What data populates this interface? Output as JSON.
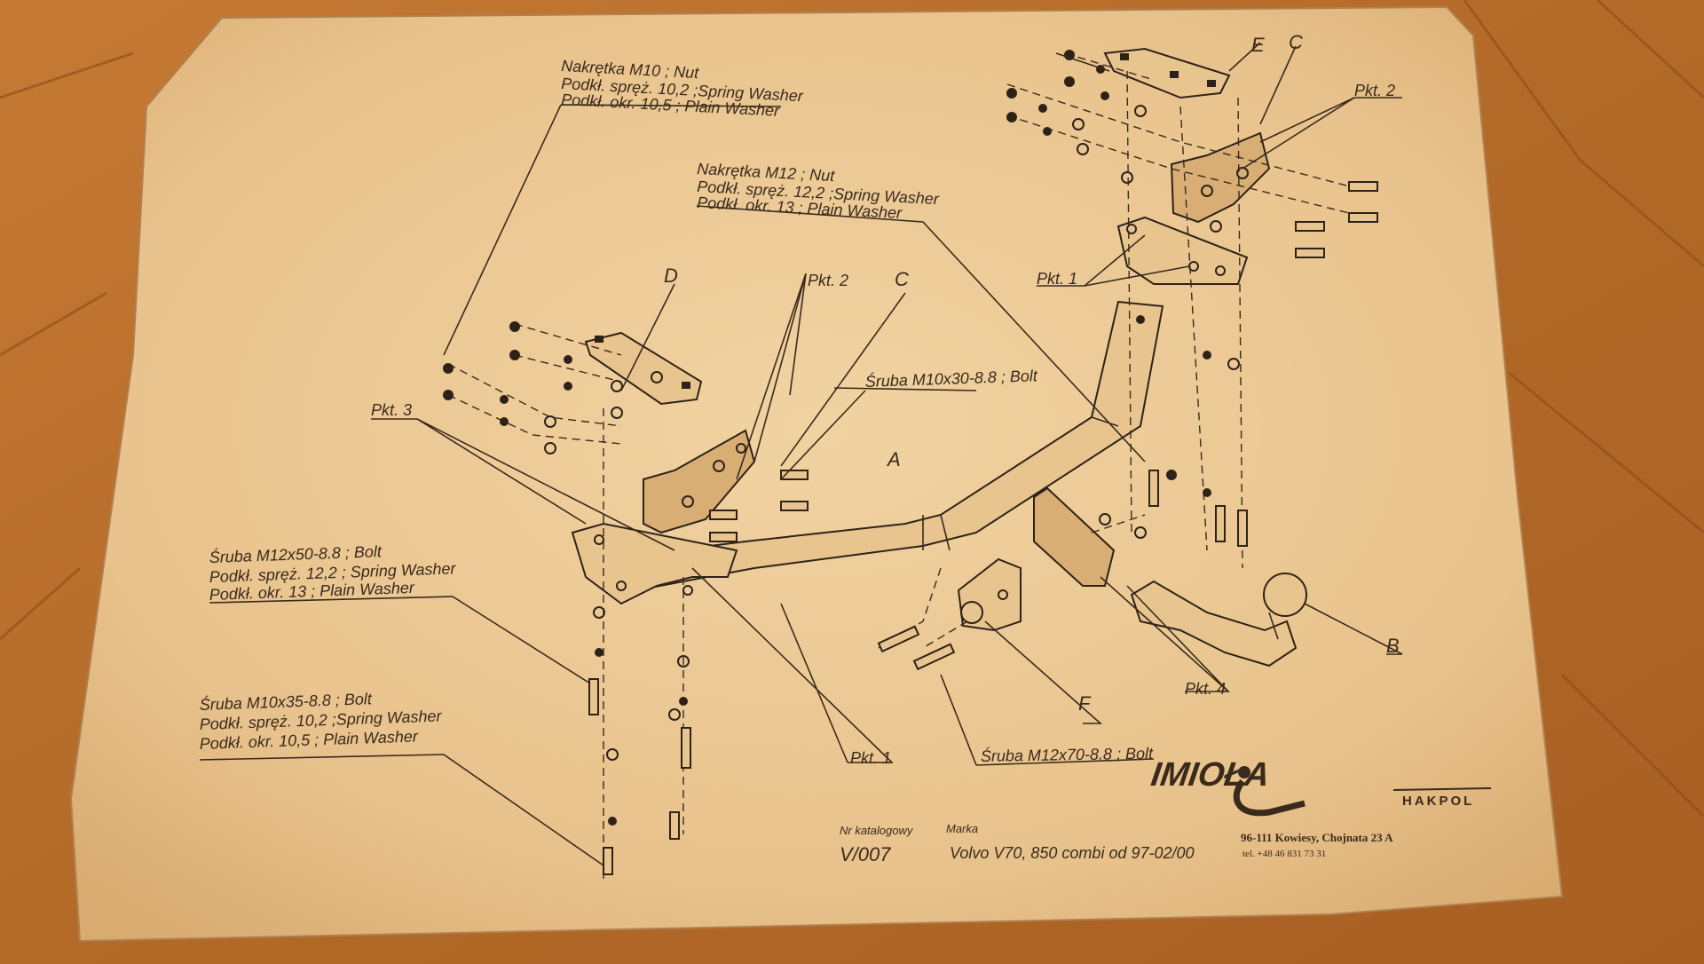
{
  "labels": {
    "nut_m10": {
      "line1": "Nakrętka  M10 ; Nut",
      "line2": "Podkł. spręż. 10,2 ;Spring Washer",
      "line3": "Podkł. okr. 10,5 ;  Plain Washer"
    },
    "nut_m12": {
      "line1": "Nakrętka  M12 ; Nut",
      "line2": "Podkł. spręż. 12,2 ;Spring Washer",
      "line3": "Podkł. okr. 13 ;  Plain Washer"
    },
    "bolt_m10x30": "Śruba M10x30-8.8 ;  Bolt",
    "bolt_m12x50": {
      "line1": "Śruba M12x50-8.8 ;  Bolt",
      "line2": "Podkł. spręż. 12,2 ;  Spring Washer",
      "line3": "Podkł. okr. 13 ;  Plain Washer"
    },
    "bolt_m10x35": {
      "line1": "Śruba M10x35-8.8 ;  Bolt",
      "line2": "Podkł. spręż. 10,2 ;Spring Washer",
      "line3": "Podkł. okr. 10,5 ;  Plain Washer"
    },
    "bolt_m12x70": "Śruba M12x70-8.8 ;  Bolt",
    "pkt1_right": "Pkt. 1",
    "pkt1_bottom": "Pkt. 1",
    "pkt2_right": "Pkt. 2",
    "pkt2_left": "Pkt. 2",
    "pkt3": "Pkt. 3",
    "pkt4": "Pkt. 4",
    "letter_a": "A",
    "letter_b": "B",
    "letter_c_right": "C",
    "letter_c_left": "C",
    "letter_d": "D",
    "letter_e": "E",
    "letter_f": "F"
  },
  "footer": {
    "catalog_label": "Nr katalogowy",
    "catalog_value": "V/007",
    "brand_label": "Marka",
    "brand_value": "Volvo V70, 850 combi   od  97-02/00",
    "logo_name": "IMIOŁA",
    "logo_sub": "HAKPOL",
    "address": "96-111 Kowiesy, Chojnata 23 A",
    "phone": "tel. +48 46 831 73 31"
  },
  "colors": {
    "wood": "#b9712f",
    "paper": "#eccb98",
    "ink": "#3a2a1c"
  }
}
